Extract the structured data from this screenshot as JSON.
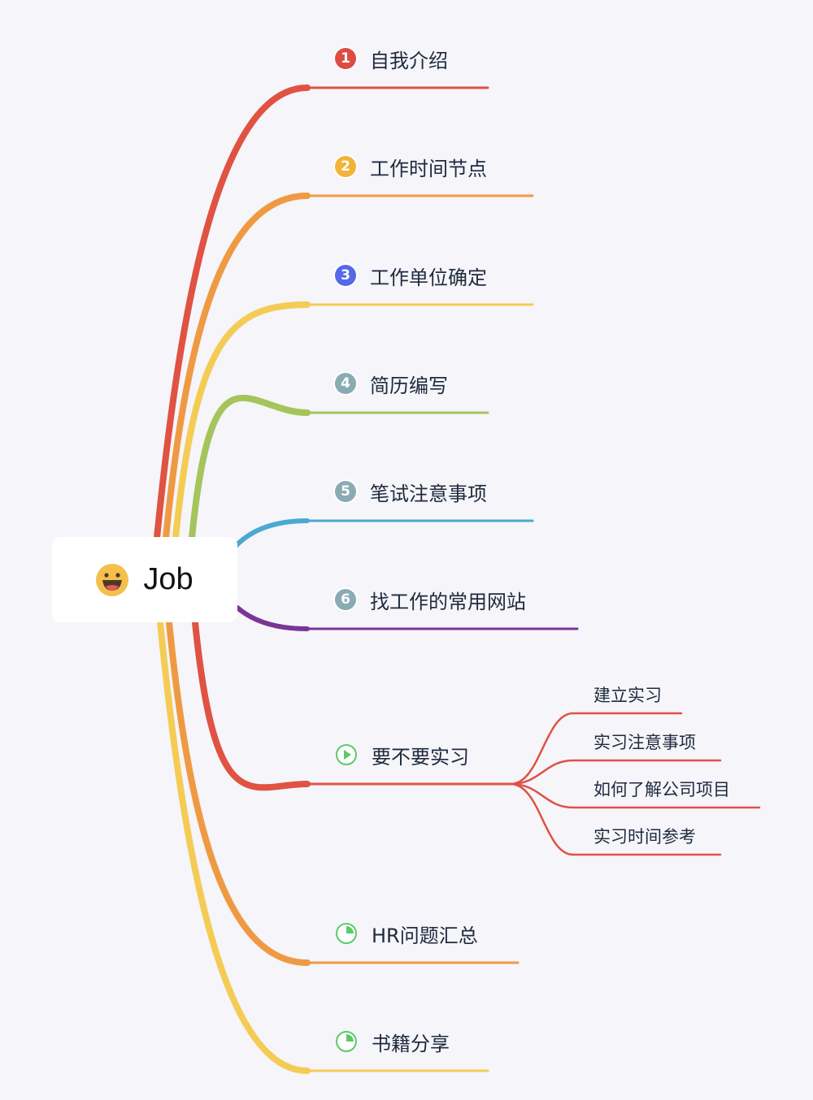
{
  "root": {
    "label": "Job",
    "icon": "grinning-face-icon"
  },
  "topics": [
    {
      "label": "自我介绍",
      "marker": "1",
      "color": "#e05242"
    },
    {
      "label": "工作时间节点",
      "marker": "2",
      "color": "#ef9a43"
    },
    {
      "label": "工作单位确定",
      "marker": "3",
      "color": "#f4cc55"
    },
    {
      "label": "简历编写",
      "marker": "4",
      "color": "#a5c45a"
    },
    {
      "label": "笔试注意事项",
      "marker": "5",
      "color": "#4aa9d0"
    },
    {
      "label": "找工作的常用网站",
      "marker": "6",
      "color": "#7a3595"
    },
    {
      "label": "要不要实习",
      "marker": "play",
      "color": "#e05242",
      "subtopics": [
        "建立实习",
        "实习注意事项",
        "如何了解公司项目",
        "实习时间参考"
      ]
    },
    {
      "label": "HR问题汇总",
      "marker": "progress-quarter",
      "color": "#ef9a43"
    },
    {
      "label": "书籍分享",
      "marker": "progress-quarter",
      "color": "#f4cc55"
    }
  ],
  "marker_colors": {
    "1": "#dc4c43",
    "2": "#f2b33a",
    "3": "#5468e8",
    "4": "#89abb3",
    "5": "#89abb3",
    "6": "#89abb3",
    "task": "#5cc96b"
  }
}
